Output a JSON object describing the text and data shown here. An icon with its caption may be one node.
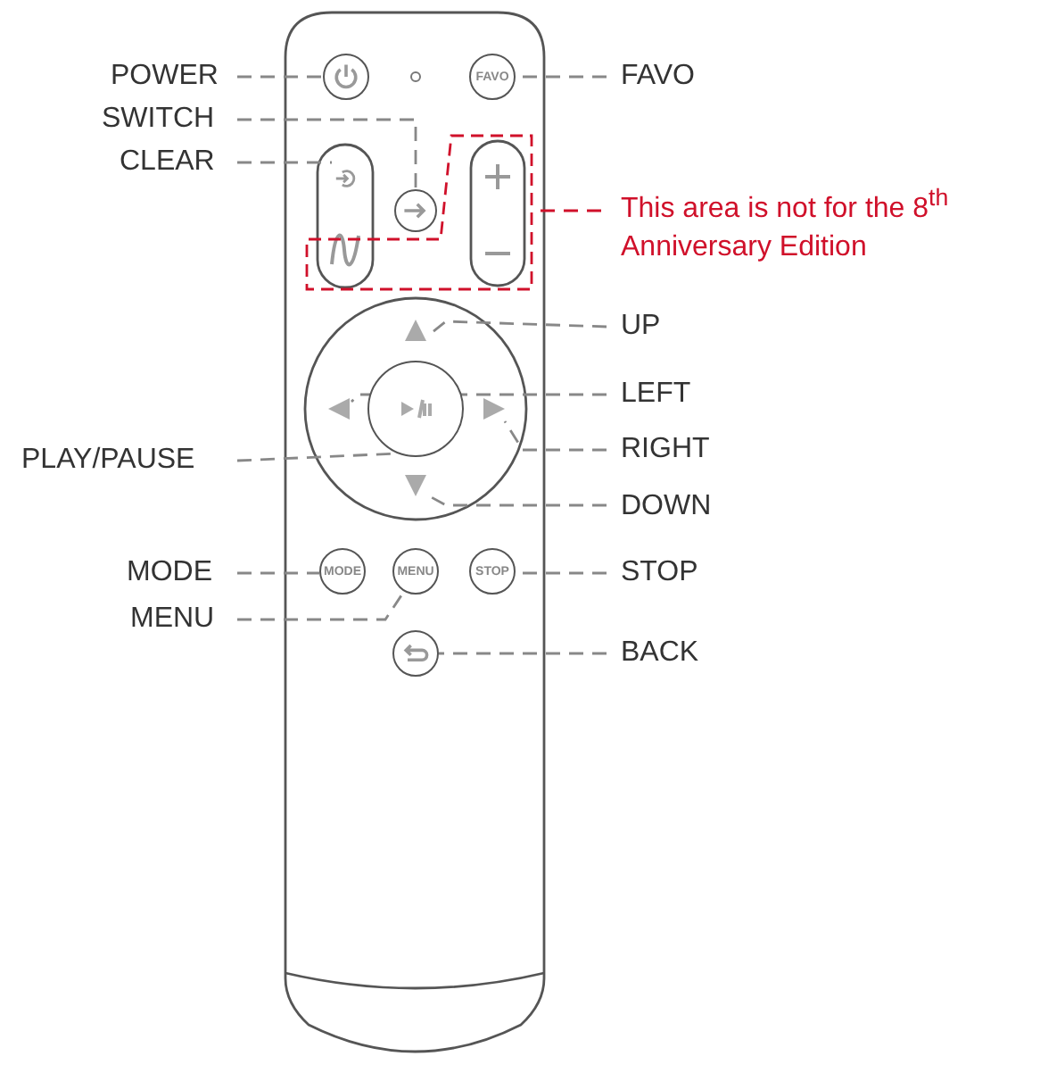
{
  "diagram": {
    "nodes": [
      {
        "text": [
          "POWER"
        ]
      },
      {
        "text": [],
        "shape": "circle"
      },
      {
        "text": [
          "FAVO"
        ]
      },
      {
        "text": [
          "FAVO"
        ]
      },
      {
        "text": [
          "SWITCH"
        ]
      },
      {
        "text": [],
        "shape": "circle"
      },
      {
        "text": [
          "CLEAR"
        ]
      },
      {
        "text": [],
        "shape": "circle"
      },
      {
        "text": [],
        "shape": "box"
      },
      {
        "text": [
          "This area is not for the 8$^{th}$ Anniversary Edition"
        ]
      },
      {
        "text": [
          "UP"
        ]
      },
      {
        "text": [],
        "shape": "triangle"
      },
      {
        "text": [
          "LEFT"
        ]
      },
      {
        "text": [],
        "shape": "triangle"
      },
      {
        "text": [
          "RIGHT"
        ]
      },
      {
        "text": [],
        "shape": "triangle"
      },
      {
        "text": [
          "PLAY/PAUSE"
        ]
      },
      {
        "text": [],
        "shape": "circle"
      },
      {
        "text": [
          "DOWN"
        ]
      },
      {
        "text": [],
        "shape": "triangle"
      },
      {
        "text": [
          "MODE"
        ]
      },
      {
        "text": [
          "MODE"
        ]
      },
      {
        "text": [
          "MENU"
        ]
      },
      {
        "text": [
          "MENU"
        ]
      },
      {
        "text": [
          "STOP"
        ]
      },
      {
        "text": [
          "STOP"
        ]
      },
      {
        "text": [
          "BACK"
        ]
      },
      {
        "text": [],
        "shape": "circle"
      }
    ],
    "edges": [
      {
        "from": 0,
        "to": 1,
        "arrow": "none",
        "style": "dashed"
      },
      {
        "from": 3,
        "to": 2,
        "arrow": "none",
        "style": "dashed"
      },
      {
        "from": 4,
        "to": 5,
        "arrow": "none",
        "style": "dashed"
      },
      {
        "from": 6,
        "to": 7,
        "arrow": "none",
        "style": "dashed"
      },
      {
        "from": 9,
        "to": 8,
        "arrow": "none",
        "style": "dashed",
        "color": "#d0102a"
      },
      {
        "from": 10,
        "to": 11,
        "arrow": "none",
        "style": "dashed"
      },
      {
        "from": 12,
        "to": 13,
        "arrow": "none",
        "style": "dashed"
      },
      {
        "from": 14,
        "to": 15,
        "arrow": "none",
        "style": "dashed"
      },
      {
        "from": 16,
        "to": 17,
        "arrow": "none",
        "style": "dashed"
      },
      {
        "from": 18,
        "to": 19,
        "arrow": "none",
        "style": "dashed"
      },
      {
        "from": 20,
        "to": 21,
        "arrow": "none",
        "style": "dashed"
      },
      {
        "from": 22,
        "to": 23,
        "arrow": "none",
        "style": "dashed"
      },
      {
        "from": 25,
        "to": 24,
        "arrow": "none",
        "style": "dashed"
      },
      {
        "from": 26,
        "to": 27,
        "arrow": "none",
        "style": "dashed"
      }
    ]
  }
}
